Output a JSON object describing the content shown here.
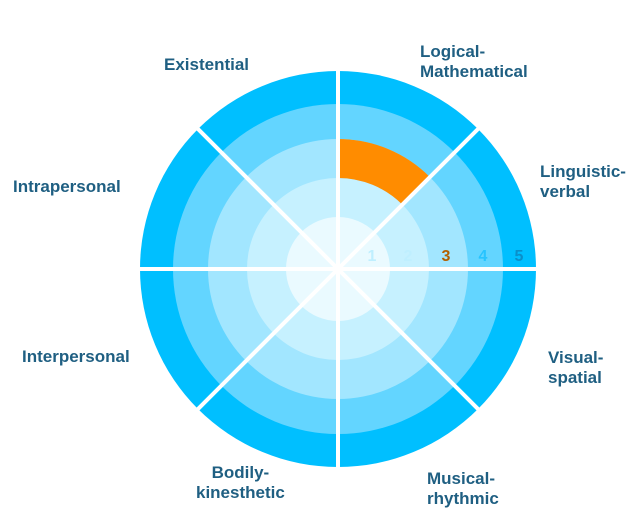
{
  "diagram": {
    "levels": [
      "1",
      "2",
      "3",
      "4",
      "5"
    ],
    "highlight": {
      "segment": "Logical-Mathematical",
      "level": 3
    },
    "colors": {
      "ring1": "#eafaff",
      "ring2": "#c6f1ff",
      "ring3": "#a2e6ff",
      "ring4": "#63d5ff",
      "ring5": "#00bfff",
      "highlight": "#ff8c00",
      "label_text": "#1f5f82",
      "divider": "#ffffff"
    },
    "segments": [
      {
        "id": "logical",
        "lines": [
          "Logical-",
          "Mathematical"
        ]
      },
      {
        "id": "linguistic",
        "lines": [
          "Linguistic-",
          "verbal"
        ]
      },
      {
        "id": "visual",
        "lines": [
          "Visual-",
          "spatial"
        ]
      },
      {
        "id": "musical",
        "lines": [
          "Musical-",
          "rhythmic"
        ]
      },
      {
        "id": "bodily",
        "lines": [
          "Bodily-",
          "kinesthetic"
        ]
      },
      {
        "id": "interpersonal",
        "lines": [
          "Interpersonal"
        ]
      },
      {
        "id": "intrapersonal",
        "lines": [
          "Intrapersonal"
        ]
      },
      {
        "id": "existential",
        "lines": [
          "Existential"
        ]
      }
    ]
  }
}
